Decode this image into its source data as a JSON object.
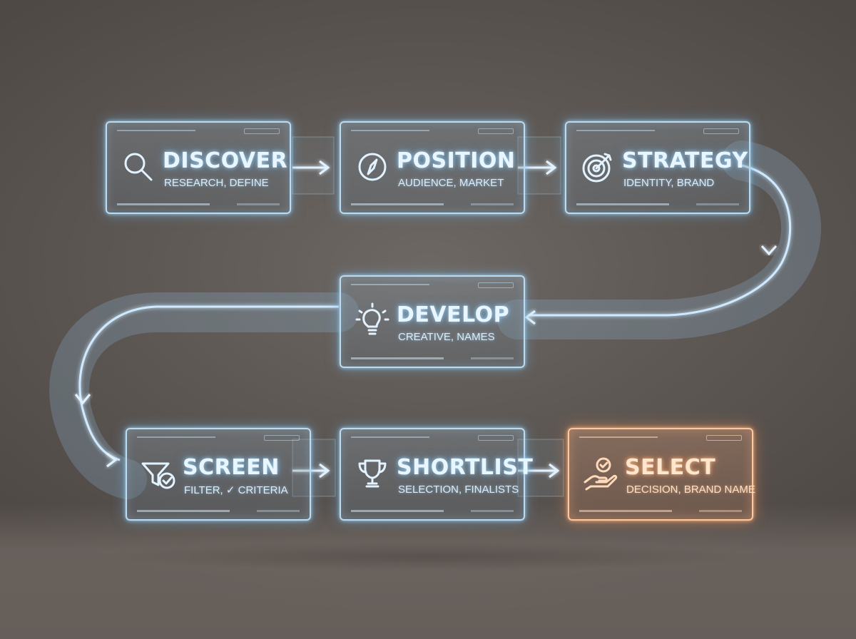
{
  "colors": {
    "accent": "#b8dcf4",
    "active": "#ffc79a",
    "background": "#5f5955"
  },
  "steps": [
    {
      "title": "DISCOVER",
      "subtitle": "RESEARCH, DEFINE",
      "icon": "magnifier-icon",
      "active": false
    },
    {
      "title": "POSITION",
      "subtitle": "AUDIENCE, MARKET",
      "icon": "compass-icon",
      "active": false
    },
    {
      "title": "STRATEGY",
      "subtitle": "IDENTITY, BRAND",
      "icon": "target-icon",
      "active": false
    },
    {
      "title": "DEVELOP",
      "subtitle": "CREATIVE, NAMES",
      "icon": "lightbulb-icon",
      "active": false
    },
    {
      "title": "SCREEN",
      "subtitle": "FILTER, ✓ CRITERIA",
      "icon": "funnel-check-icon",
      "active": false
    },
    {
      "title": "SHORTLIST",
      "subtitle": "SELECTION, FINALISTS",
      "icon": "trophy-icon",
      "active": false
    },
    {
      "title": "SELECT",
      "subtitle": "DECISION, BRAND NAME",
      "icon": "hand-check-icon",
      "active": true
    }
  ]
}
